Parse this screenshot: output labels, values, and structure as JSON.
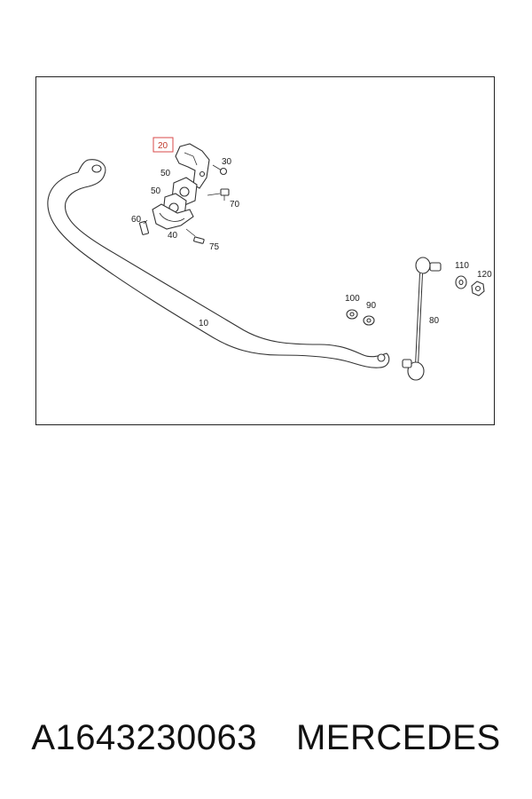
{
  "diagram": {
    "labels": {
      "p10": "10",
      "p20": "20",
      "p30": "30",
      "p40": "40",
      "p50a": "50",
      "p50b": "50",
      "p60": "60",
      "p70": "70",
      "p75": "75",
      "p80": "80",
      "p90": "90",
      "p100": "100",
      "p110": "110",
      "p120": "120"
    },
    "highlighted_part": "20",
    "colors": {
      "highlight": "#d94a4a",
      "line": "#333333"
    }
  },
  "caption": {
    "part_number": "A1643230063",
    "brand": "MERCEDES"
  }
}
